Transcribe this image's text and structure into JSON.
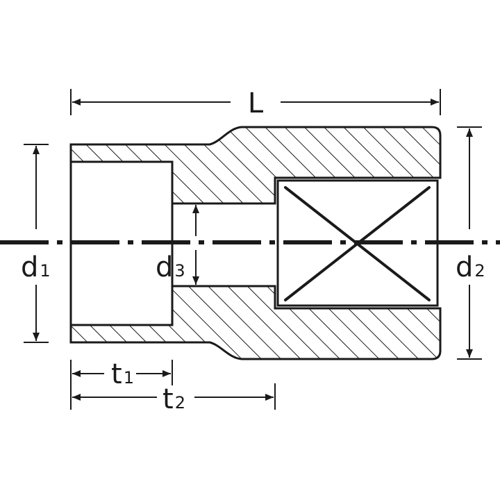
{
  "labels": {
    "length": {
      "main": "L",
      "sub": ""
    },
    "d1": {
      "main": "d",
      "sub": "1"
    },
    "d2": {
      "main": "d",
      "sub": "2"
    },
    "d3": {
      "main": "d",
      "sub": "3"
    },
    "t1": {
      "main": "t",
      "sub": "1"
    },
    "t2": {
      "main": "t",
      "sub": "2"
    }
  },
  "colors": {
    "line": "#1a1a1a",
    "background": "#ffffff"
  }
}
